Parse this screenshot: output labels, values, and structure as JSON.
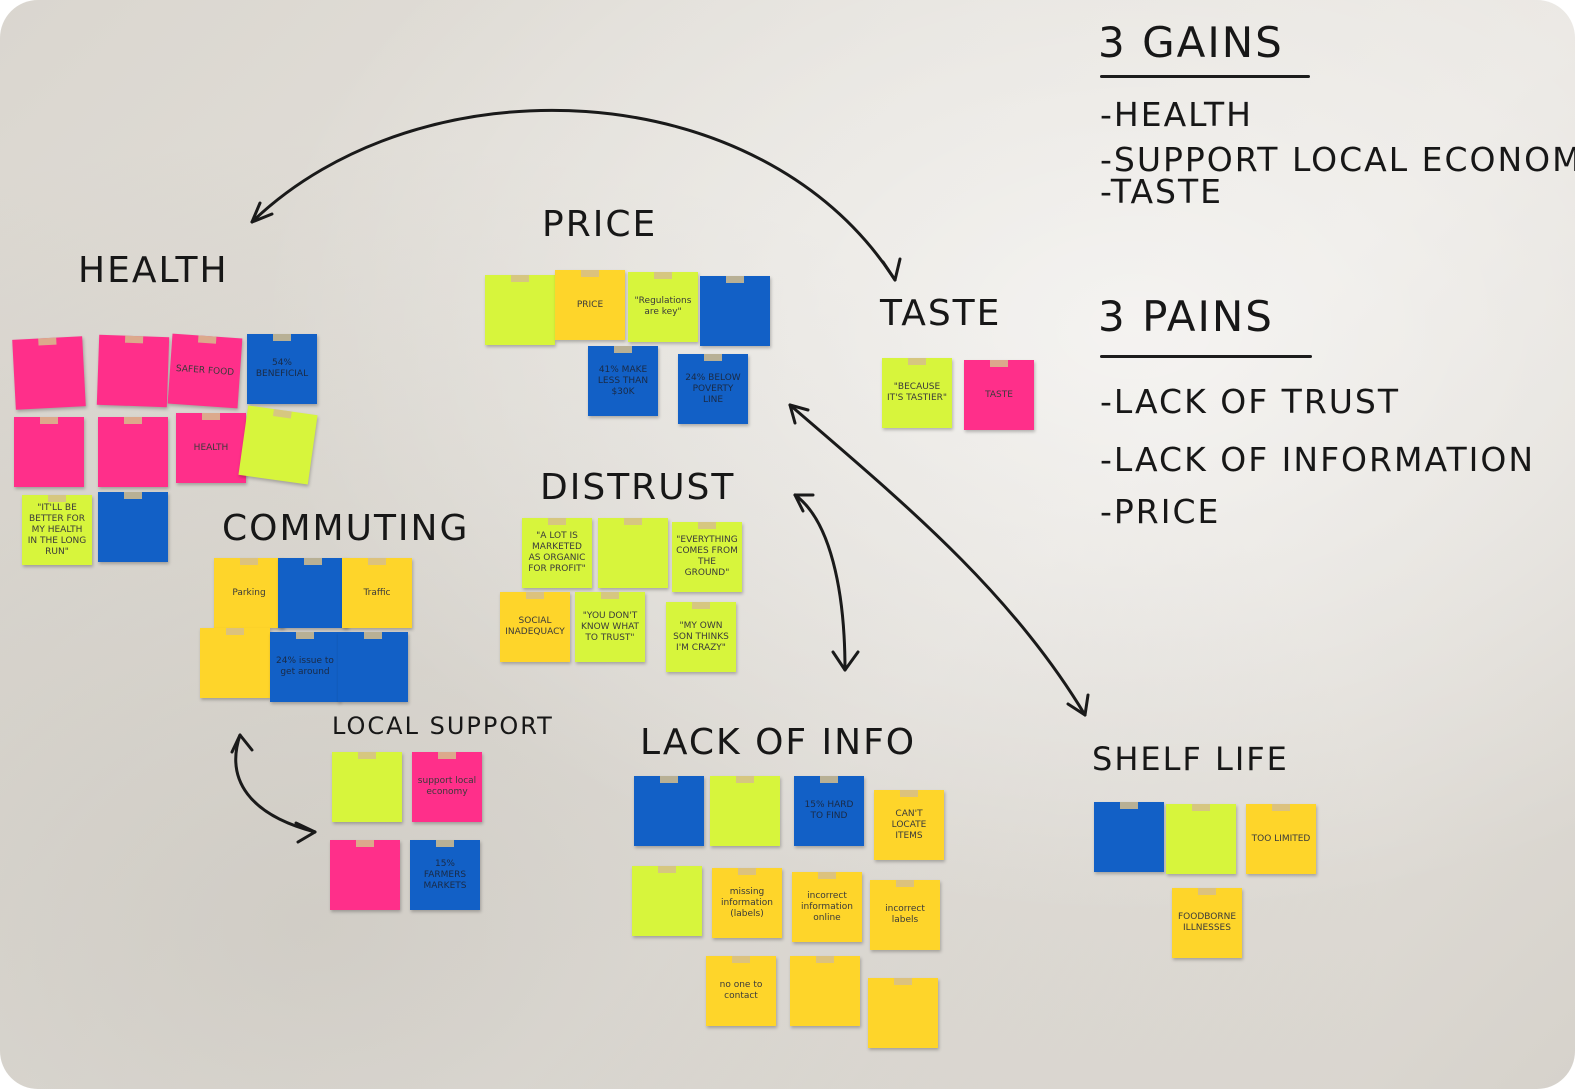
{
  "headings": {
    "health": "HEALTH",
    "price": "PRICE",
    "taste": "TASTE",
    "distrust": "DISTRUST",
    "commuting": "COMMUTING",
    "local_support": "LOCAL SUPPORT",
    "lack_of_info": "LACK OF INFO",
    "shelf_life": "SHELF LIFE"
  },
  "gains": {
    "title": "3 GAINS",
    "items": [
      "-HEALTH",
      "-SUPPORT LOCAL ECONOMY",
      "-TASTE"
    ]
  },
  "pains": {
    "title": "3 PAINS",
    "items": [
      "-LACK OF TRUST",
      "-LACK OF INFORMATION",
      "-PRICE"
    ]
  },
  "notes": {
    "health": [
      {
        "color": "pink",
        "text": ""
      },
      {
        "color": "pink",
        "text": ""
      },
      {
        "color": "pink",
        "text": "SAFER FOOD"
      },
      {
        "color": "blue",
        "text": "54% BENEFICIAL"
      },
      {
        "color": "pink",
        "text": ""
      },
      {
        "color": "pink",
        "text": ""
      },
      {
        "color": "pink",
        "text": "HEALTH"
      },
      {
        "color": "lime",
        "text": ""
      },
      {
        "color": "lime",
        "text": "\"IT'LL BE BETTER FOR MY HEALTH IN THE LONG RUN\""
      },
      {
        "color": "blue",
        "text": ""
      }
    ],
    "price": [
      {
        "color": "lime",
        "text": ""
      },
      {
        "color": "yellow",
        "text": "PRICE"
      },
      {
        "color": "lime",
        "text": "\"Regulations are key\""
      },
      {
        "color": "blue",
        "text": ""
      },
      {
        "color": "blue",
        "text": "41% MAKE LESS THAN $30K"
      },
      {
        "color": "blue",
        "text": "24% BELOW POVERTY LINE"
      }
    ],
    "taste": [
      {
        "color": "lime",
        "text": "\"BECAUSE IT'S TASTIER\""
      },
      {
        "color": "pink",
        "text": "TASTE"
      }
    ],
    "distrust": [
      {
        "color": "lime",
        "text": "\"A LOT IS MARKETED AS ORGANIC FOR PROFIT\""
      },
      {
        "color": "lime",
        "text": ""
      },
      {
        "color": "lime",
        "text": "\"EVERYTHING COMES FROM THE GROUND\""
      },
      {
        "color": "yellow",
        "text": "SOCIAL INADEQUACY"
      },
      {
        "color": "lime",
        "text": "\"YOU DON'T KNOW WHAT TO TRUST\""
      },
      {
        "color": "lime",
        "text": "\"MY OWN SON THINKS I'M CRAZY\""
      }
    ],
    "commuting": [
      {
        "color": "yellow",
        "text": "Parking"
      },
      {
        "color": "blue",
        "text": ""
      },
      {
        "color": "yellow",
        "text": "Traffic"
      },
      {
        "color": "yellow",
        "text": ""
      },
      {
        "color": "blue",
        "text": "24% issue to get around"
      },
      {
        "color": "blue",
        "text": ""
      }
    ],
    "local_support": [
      {
        "color": "lime",
        "text": ""
      },
      {
        "color": "pink",
        "text": "support local economy"
      },
      {
        "color": "pink",
        "text": ""
      },
      {
        "color": "blue",
        "text": "15% FARMERS MARKETS"
      }
    ],
    "lack_of_info": [
      {
        "color": "blue",
        "text": ""
      },
      {
        "color": "lime",
        "text": ""
      },
      {
        "color": "blue",
        "text": "15% HARD TO FIND"
      },
      {
        "color": "yellow",
        "text": "CAN'T LOCATE ITEMS"
      },
      {
        "color": "lime",
        "text": ""
      },
      {
        "color": "yellow",
        "text": "missing information (labels)"
      },
      {
        "color": "yellow",
        "text": "incorrect information online"
      },
      {
        "color": "yellow",
        "text": "incorrect labels"
      },
      {
        "color": "yellow",
        "text": "no one to contact"
      },
      {
        "color": "yellow",
        "text": ""
      },
      {
        "color": "yellow",
        "text": ""
      }
    ],
    "shelf_life": [
      {
        "color": "blue",
        "text": ""
      },
      {
        "color": "lime",
        "text": ""
      },
      {
        "color": "yellow",
        "text": "TOO LIMITED"
      },
      {
        "color": "yellow",
        "text": "FOODBORNE ILLNESSES"
      }
    ]
  }
}
